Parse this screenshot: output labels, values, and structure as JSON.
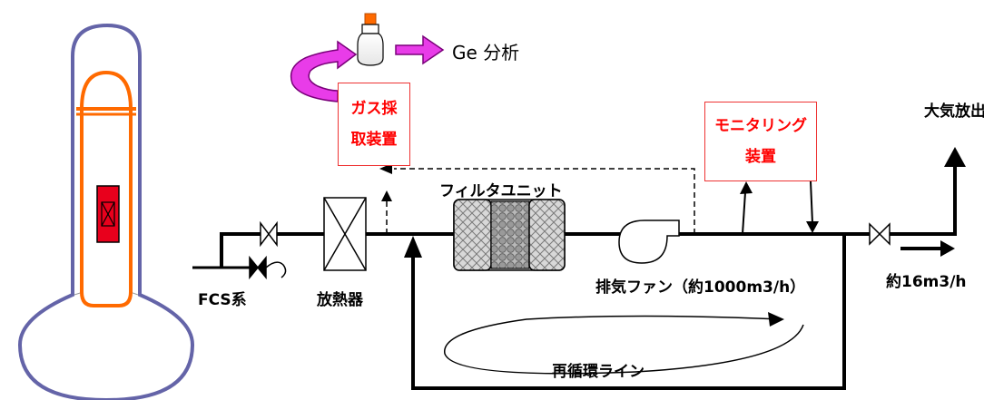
{
  "labels": {
    "ge_analysis": "Ge  分析",
    "gas_sampler_line1": "ガス採",
    "gas_sampler_line2": "取装置",
    "monitoring_line1": "モニタリング",
    "monitoring_line2": "装置",
    "atmosphere_release": "大気放出",
    "filter_unit": "フィルタユニット",
    "fcs_system": "FCS系",
    "radiator": "放熱器",
    "exhaust_fan": "排気ファン（約1000m3/h）",
    "release_flow": "約16m3/h",
    "recirculation_line": "再循環ライン"
  },
  "colors": {
    "vessel_outline": "#6464a8",
    "reactor_orange": "#ff6a00",
    "core_red": "#e8001c",
    "arrow_magenta": "#e83ce8",
    "redbox_border": "#ee3333",
    "redbox_text": "#ff0000",
    "line": "#000000"
  }
}
